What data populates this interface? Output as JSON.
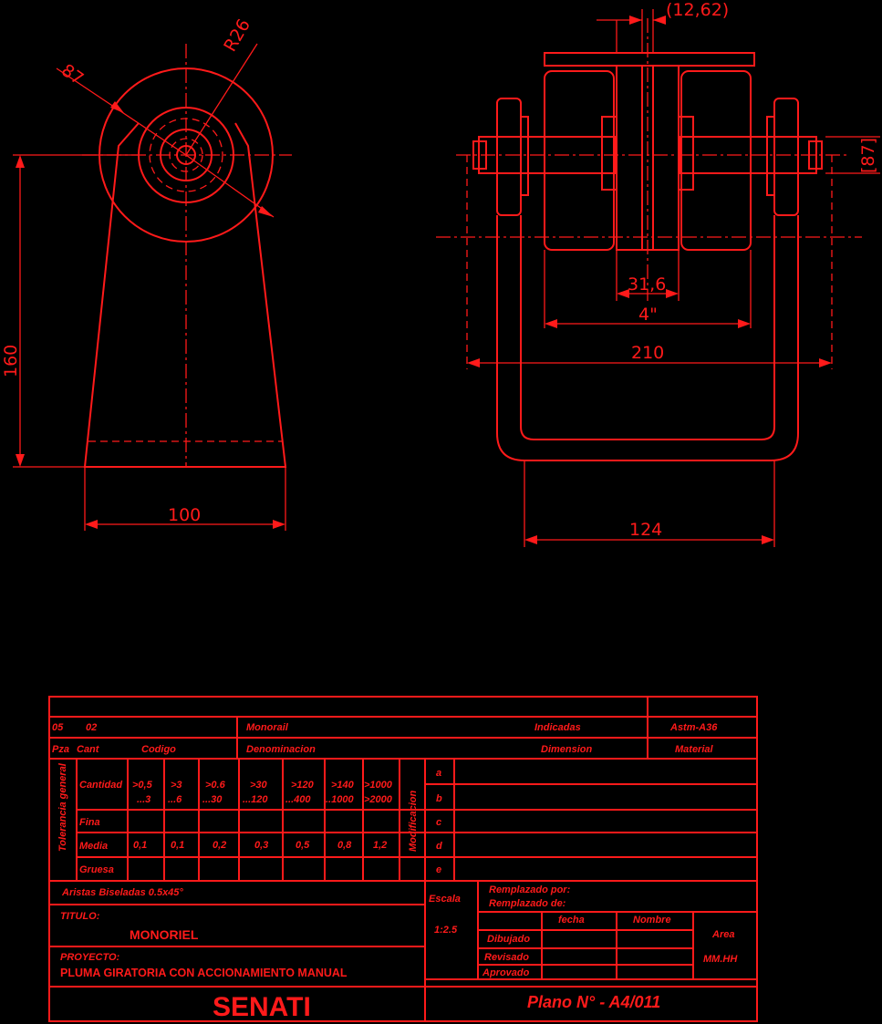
{
  "dimensions": {
    "front_diameter": "87",
    "front_radius": "R26",
    "front_height": "160",
    "front_width": "100",
    "side_gap": "(12,62)",
    "side_shaft": "31,6",
    "side_wheel": "4\"",
    "side_width": "210",
    "side_bottom": "124",
    "side_right": "[87]"
  },
  "title_block": {
    "row1": {
      "pza": "05",
      "cant": "02",
      "denominacion": "Monorail",
      "dimension": "Indicadas",
      "material": "Astm-A36"
    },
    "header": {
      "pza": "Pza",
      "cant": "Cant",
      "codigo": "Codigo",
      "denominacion": "Denominacion",
      "dimension": "Dimension",
      "material": "Material"
    },
    "tolerance": {
      "group_label": "Tolerancia general",
      "cantidad": "Cantidad",
      "ranges": [
        [
          ">0,5",
          "...3"
        ],
        [
          ">3",
          "...6"
        ],
        [
          ">0.6",
          "...30"
        ],
        [
          ">30",
          "...120"
        ],
        [
          ">120",
          "...400"
        ],
        [
          ">140",
          "..1000"
        ],
        [
          ">1000",
          ">2000"
        ]
      ],
      "rows": [
        "Fina",
        "Media",
        "Gruesa"
      ],
      "media_values": [
        "0,1",
        "0,1",
        "0,2",
        "0,3",
        "0,5",
        "0,8",
        "1,2"
      ]
    },
    "modificacion_label": "Modificacion",
    "mod_letters": [
      "a",
      "b",
      "c",
      "d",
      "e"
    ],
    "aristas": "Aristas Biseladas 0.5x45°",
    "titulo_label": "TITULO:",
    "titulo": "MONORIEL",
    "proyecto_label": "PROYECTO:",
    "proyecto": "PLUMA GIRATORIA CON ACCIONAMIENTO MANUAL",
    "escala_label": "Escala",
    "escala": "1:2.5",
    "remplazado_por": "Remplazado por:",
    "remplazado_de": "Remplazado de:",
    "fecha": "fecha",
    "nombre": "Nombre",
    "dibujado": "Dibujado",
    "revisado": "Revisado",
    "aprovado": "Aprovado",
    "area_label": "Area",
    "area": "MM.HH",
    "company": "SENATI",
    "plano": "Plano N° - A4/011"
  }
}
